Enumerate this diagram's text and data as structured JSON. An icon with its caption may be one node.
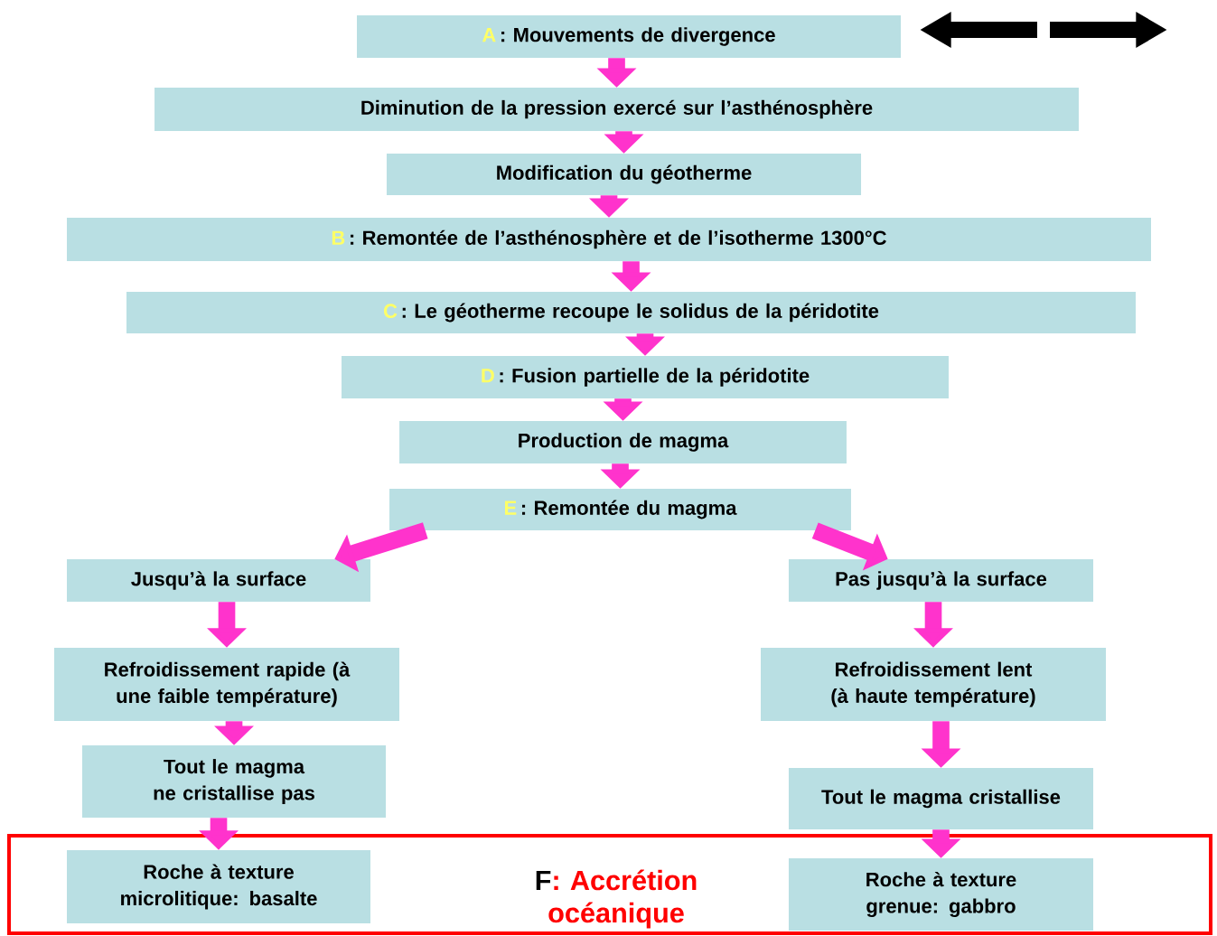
{
  "diagram": {
    "nodes": [
      {
        "text": [
          "A",
          ": Mouvements de divergence"
        ]
      },
      {
        "text": [
          "Diminution de la pression exercé sur l’asthénosphère"
        ]
      },
      {
        "text": [
          "Modification du géotherme"
        ]
      },
      {
        "text": [
          "B",
          ": Remontée de l’asthénosphère et de l’isotherme 1300°C"
        ]
      },
      {
        "text": [
          "C",
          ": Le géotherme recoupe le solidus de la péridotite"
        ]
      },
      {
        "text": [
          "D",
          ": Fusion partielle de la péridotite"
        ]
      },
      {
        "text": [
          "Production de magma"
        ]
      },
      {
        "text": [
          "E",
          ": Remontée du magma"
        ]
      },
      {
        "text": [
          "Jusqu’à la surface"
        ]
      },
      {
        "text": [
          "Pas jusqu’à la surface"
        ]
      },
      {
        "text": [
          "Refroidissement rapide (à une faible température)"
        ]
      },
      {
        "text": [
          "Refroidissement lent (à haute température)"
        ]
      },
      {
        "text": [
          "Tout le magma ne cristallise pas"
        ]
      },
      {
        "text": [
          "Tout le magma cristallise"
        ]
      },
      {
        "text": [
          "F",
          ": Accrétion océanique"
        ]
      },
      {
        "text": [
          "Roche à texture microlitique: basalte"
        ],
        "in": 14
      },
      {
        "text": [
          "Roche à texture grenue: gabbro"
        ],
        "in": 14
      }
    ],
    "edges": [
      {
        "from": 0,
        "to": 1,
        "arrow": "to"
      },
      {
        "from": 1,
        "to": 2,
        "arrow": "to"
      },
      {
        "from": 2,
        "to": 3,
        "arrow": "to"
      },
      {
        "from": 3,
        "to": 4,
        "arrow": "to"
      },
      {
        "from": 4,
        "to": 5,
        "arrow": "to"
      },
      {
        "from": 5,
        "to": 6,
        "arrow": "to"
      },
      {
        "from": 6,
        "to": 7,
        "arrow": "to"
      },
      {
        "from": 7,
        "to": 8,
        "arrow": "to"
      },
      {
        "from": 7,
        "to": 9,
        "arrow": "to"
      },
      {
        "from": 8,
        "to": 10,
        "arrow": "to"
      },
      {
        "from": 9,
        "to": 11,
        "arrow": "to"
      },
      {
        "from": 10,
        "to": 12,
        "arrow": "to"
      },
      {
        "from": 11,
        "to": 13,
        "arrow": "to"
      },
      {
        "from": 12,
        "to": 15,
        "arrow": "to"
      },
      {
        "from": 13,
        "to": 16,
        "arrow": "to"
      }
    ]
  }
}
